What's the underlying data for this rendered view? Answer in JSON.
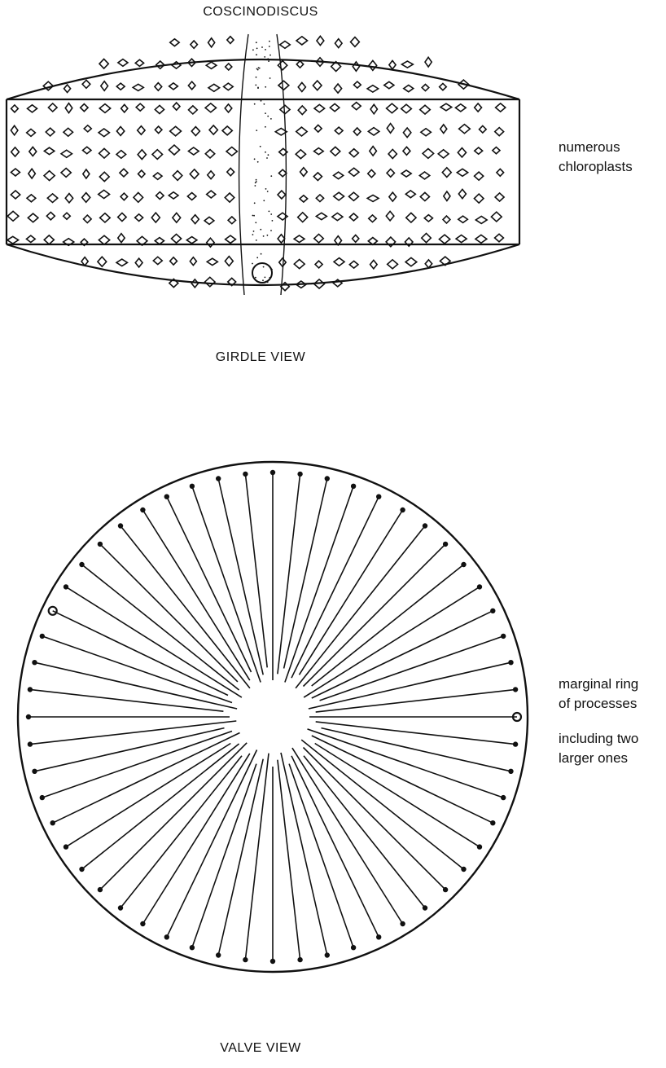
{
  "title": "COSCINODISCUS",
  "girdle_view": {
    "caption": "GIRDLE VIEW",
    "annotation_line1": "numerous",
    "annotation_line2": "chloroplasts"
  },
  "valve_view": {
    "caption": "VALVE VIEW",
    "annotation_a_line1": "marginal ring",
    "annotation_a_line2": "of processes",
    "annotation_b_line1": "including two",
    "annotation_b_line2": "larger ones",
    "process_count": 56,
    "larger_process_count": 2
  },
  "colors": {
    "ink": "#111111",
    "background": "#ffffff"
  }
}
